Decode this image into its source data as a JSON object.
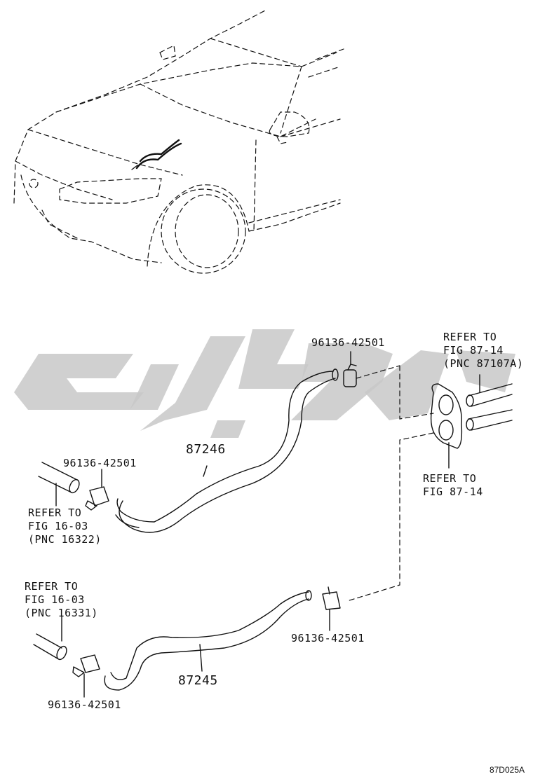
{
  "labels": {
    "clamp_top": "96136-42501",
    "refer_top_right_1": "REFER TO",
    "refer_top_right_2": "FIG 87-14",
    "refer_top_right_3": "(PNC 87107A)",
    "refer_right_1": "REFER TO",
    "refer_right_2": "FIG 87-14",
    "part_upper_hose": "87246",
    "clamp_upper_left": "96136-42501",
    "refer_upper_left_1": "REFER TO",
    "refer_upper_left_2": "FIG 16-03",
    "refer_upper_left_3": "(PNC 16322)",
    "refer_lower_left_1": "REFER TO",
    "refer_lower_left_2": "FIG 16-03",
    "refer_lower_left_3": "(PNC 16331)",
    "clamp_lower_right": "96136-42501",
    "part_lower_hose": "87245",
    "clamp_lower_left": "96136-42501",
    "figure_id": "87D025A"
  }
}
